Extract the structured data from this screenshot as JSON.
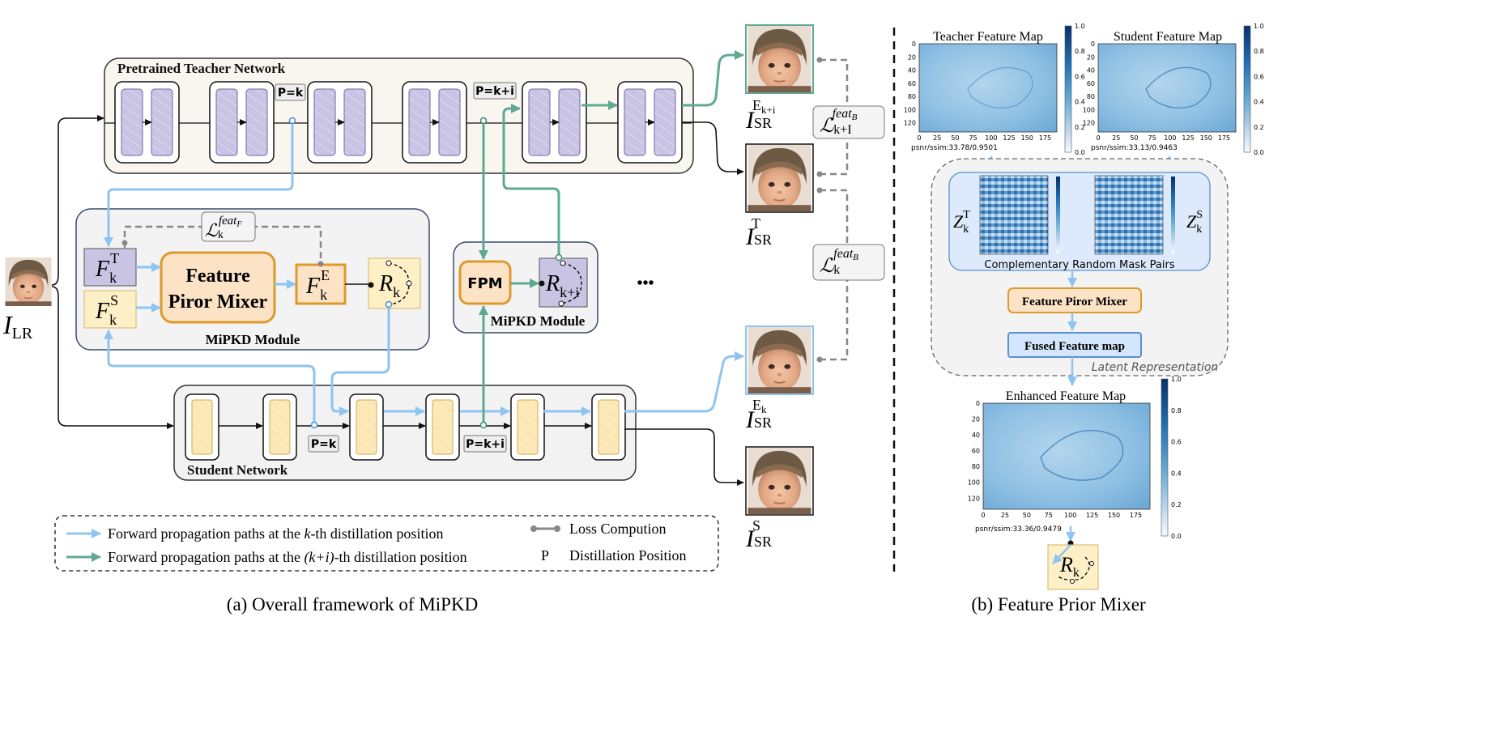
{
  "teacher_network": {
    "title": "Pretrained Teacher Network",
    "p_labels": [
      "P=k",
      "P=k+i"
    ]
  },
  "student_network": {
    "title": "Student Network",
    "p_labels": [
      "P=k",
      "P=k+i"
    ]
  },
  "mipkd_module_1": {
    "title": "MiPKD Module",
    "mixer_label_line1": "Feature",
    "mixer_label_line2": "Piror Mixer",
    "teacher_feature": {
      "base": "F",
      "sub": "k",
      "sup": "T"
    },
    "student_feature": {
      "base": "F",
      "sub": "k",
      "sup": "S"
    },
    "enhanced_feature": {
      "base": "F",
      "sub": "k",
      "sup": "E"
    },
    "router": {
      "base": "R",
      "sub": "k"
    },
    "loss": {
      "base": "ℒ",
      "sub": "k",
      "sup": "feat",
      "sup_sub": "F"
    }
  },
  "mipkd_module_2": {
    "title": "MiPKD Module",
    "fpm_label": "FPM",
    "router": {
      "base": "R",
      "sub": "k+i"
    }
  },
  "ellipsis": "•••",
  "input": {
    "base": "I",
    "sub": "LR"
  },
  "outputs": {
    "teacher_enhanced": {
      "base": "I",
      "sub": "SR",
      "sup": "E",
      "sup_sub": "k+i"
    },
    "teacher": {
      "base": "I",
      "sub": "SR",
      "sup": "T"
    },
    "student_enhanced": {
      "base": "I",
      "sub": "SR",
      "sup": "E",
      "sup_sub": "k"
    },
    "student": {
      "base": "I",
      "sub": "SR",
      "sup": "S"
    }
  },
  "block_losses": [
    {
      "base": "ℒ",
      "sub": "k+I",
      "sup": "feat",
      "sup_sub": "B"
    },
    {
      "base": "ℒ",
      "sub": "k",
      "sup": "feat",
      "sup_sub": "B"
    }
  ],
  "legend": {
    "blue_path_prefix": "Forward propagation paths at the ",
    "blue_path_em": "k",
    "blue_path_suffix": "-th distillation position",
    "green_path_prefix": "Forward propagation paths at the ",
    "green_path_em": "(k+i)",
    "green_path_suffix": "-th distillation position",
    "loss_label": "Loss Compution",
    "p_symbol": "P",
    "p_label": "Distillation Position"
  },
  "caption_a": "(a) Overall framework of MiPKD",
  "caption_b": "(b) Feature Prior Mixer",
  "panel_b": {
    "teacher_map": {
      "title": "Teacher Feature Map",
      "metric": "psnr/ssim:33.78/0.9501",
      "y_ticks": [
        "0",
        "20",
        "40",
        "60",
        "80",
        "100",
        "120"
      ],
      "x_ticks": [
        "0",
        "25",
        "50",
        "75",
        "100",
        "125",
        "150",
        "175"
      ],
      "cbar_ticks": [
        "1.0",
        "0.8",
        "0.6",
        "0.4",
        "0.2",
        "0.0"
      ]
    },
    "student_map": {
      "title": "Student Feature Map",
      "metric": "psnr/ssim:33.13/0.9463",
      "y_ticks": [
        "0",
        "20",
        "40",
        "60",
        "80",
        "100",
        "120"
      ],
      "x_ticks": [
        "0",
        "25",
        "50",
        "75",
        "100",
        "125",
        "150",
        "175"
      ],
      "cbar_ticks": [
        "1.0",
        "0.8",
        "0.6",
        "0.4",
        "0.2",
        "0.0"
      ]
    },
    "mask_t": {
      "base": "Z",
      "sub": "k",
      "sup": "T"
    },
    "mask_s": {
      "base": "Z",
      "sub": "k",
      "sup": "S"
    },
    "mask_caption": "Complementary Random Mask Pairs",
    "mixer_label": "Feature Piror Mixer",
    "fused_label": "Fused Feature map",
    "latent_label": "Latent Representation",
    "enhanced_map": {
      "title": "Enhanced Feature Map",
      "metric": "psnr/ssim:33.36/0.9479",
      "y_ticks": [
        "0",
        "20",
        "40",
        "60",
        "80",
        "100",
        "120"
      ],
      "x_ticks": [
        "0",
        "25",
        "50",
        "75",
        "100",
        "125",
        "150",
        "175"
      ],
      "cbar_ticks": [
        "1.0",
        "0.8",
        "0.6",
        "0.4",
        "0.2",
        "0.0"
      ]
    },
    "router": {
      "base": "R",
      "sub": "k"
    }
  },
  "colors": {
    "blue_path": "#8ec4f2",
    "green_path": "#5fa894",
    "teacher_fill": "#f8f6ee",
    "teacher_block": "#c9c4e4",
    "student_block": "#fbe7b4",
    "mixer_fill": "#fde3c6",
    "mixer_stroke": "#dd9a2b",
    "module_fill": "#f3f3f4",
    "module_stroke": "#3a4a6a"
  }
}
